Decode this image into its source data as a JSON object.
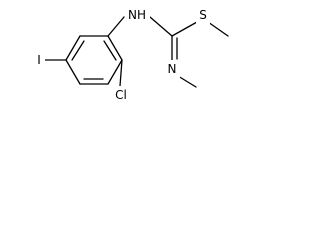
{
  "atoms": {
    "n_amine": "NH",
    "s_thio": "S",
    "n_imine": "N",
    "cl": "Cl",
    "iodo": "I"
  }
}
